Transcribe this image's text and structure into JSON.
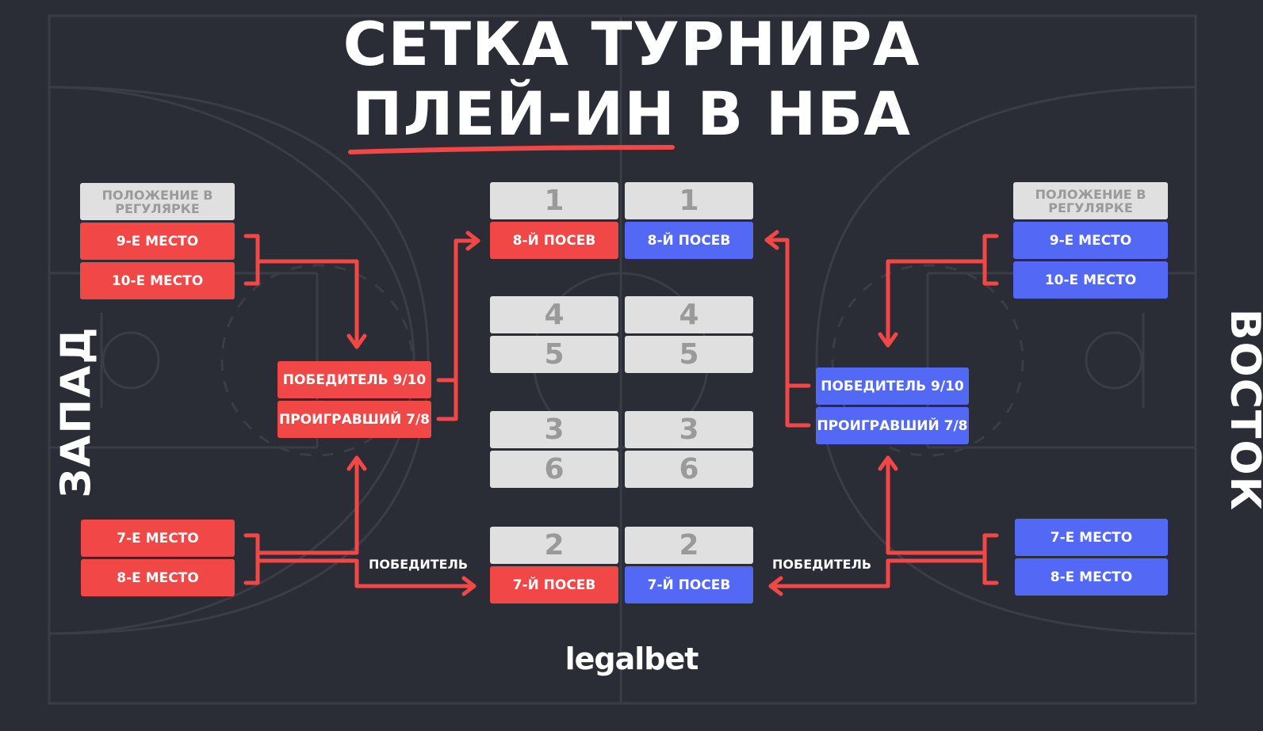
{
  "title": {
    "line1": "СЕТКА ТУРНИРА",
    "line2": "ПЛЕЙ-ИН В НБА"
  },
  "colors": {
    "background": "#2a2d35",
    "west": "#f24747",
    "east": "#5468f6",
    "neutral": "#e0e0e0"
  },
  "west": {
    "label": "ЗАПАД",
    "header": "ПОЛОЖЕНИЕ В РЕГУЛЯРКЕ",
    "place9": "9-Е МЕСТО",
    "place10": "10-Е МЕСТО",
    "place7": "7-Е МЕСТО",
    "place8": "8-Е МЕСТО",
    "winner910": "ПОБЕДИТЕЛЬ 9/10",
    "loser78": "ПРОИГРАВШИЙ 7/8",
    "winner_label": "ПОБЕДИТЕЛЬ"
  },
  "east": {
    "label": "ВОСТОК",
    "header": "ПОЛОЖЕНИЕ В РЕГУЛЯРКЕ",
    "place9": "9-Е МЕСТО",
    "place10": "10-Е МЕСТО",
    "place7": "7-Е МЕСТО",
    "place8": "8-Е МЕСТО",
    "winner910": "ПОБЕДИТЕЛЬ 9/10",
    "loser78": "ПРОИГРАВШИЙ 7/8",
    "winner_label": "ПОБЕДИТЕЛЬ"
  },
  "center": {
    "seeds": [
      "1",
      "4",
      "5",
      "3",
      "6",
      "2"
    ],
    "seed8": "8-Й ПОСЕВ",
    "seed7": "7-Й ПОСЕВ"
  },
  "logo": "legalbet"
}
